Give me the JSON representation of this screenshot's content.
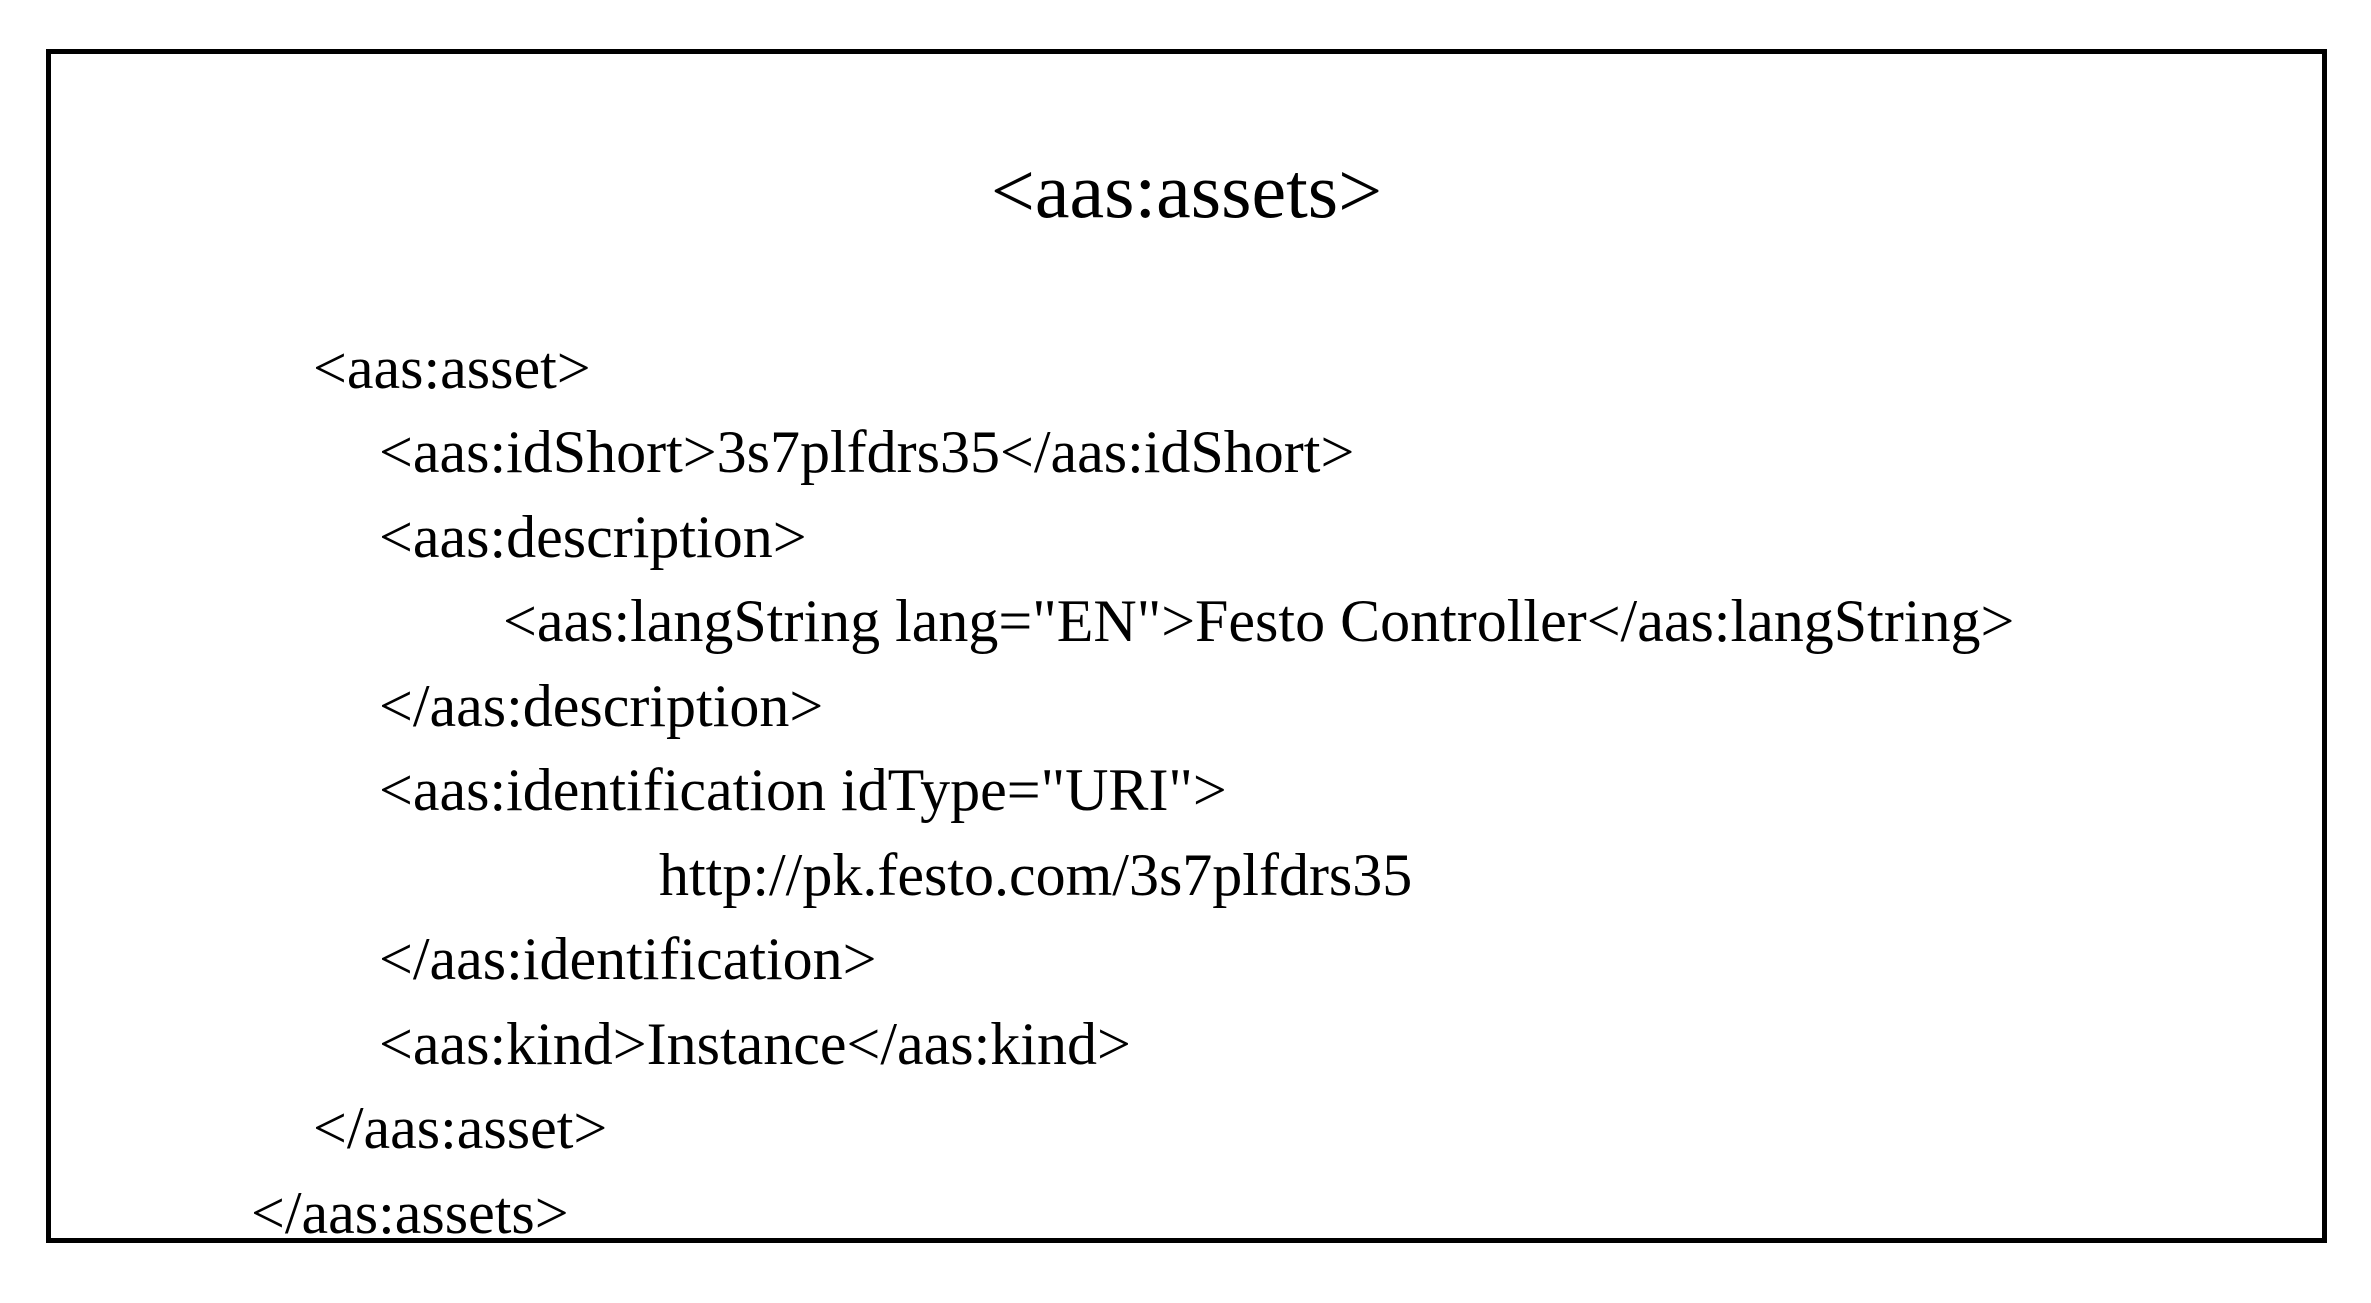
{
  "figure": {
    "root_open_tag": "<aas:assets>",
    "text_color": "#000000",
    "background_color": "#ffffff",
    "lines": [
      {
        "indent": 1,
        "text": "<aas:asset>"
      },
      {
        "indent": 2,
        "text": "<aas:idShort>3s7plfdrs35</aas:idShort>"
      },
      {
        "indent": 2,
        "text": "<aas:description>"
      },
      {
        "indent": 3,
        "text": "<aas:langString lang=\"EN\">Festo Controller</aas:langString>"
      },
      {
        "indent": 2,
        "text": "</aas:description>"
      },
      {
        "indent": 2,
        "text": "<aas:identification idType=\"URI\">"
      },
      {
        "indent": 4,
        "text": "http://pk.festo.com/3s7plfdrs35"
      },
      {
        "indent": 2,
        "text": "</aas:identification>"
      },
      {
        "indent": 2,
        "text": "<aas:kind>Instance</aas:kind>"
      },
      {
        "indent": 1,
        "text": "</aas:asset>"
      },
      {
        "indent": 0,
        "text": "</aas:assets>"
      }
    ]
  }
}
